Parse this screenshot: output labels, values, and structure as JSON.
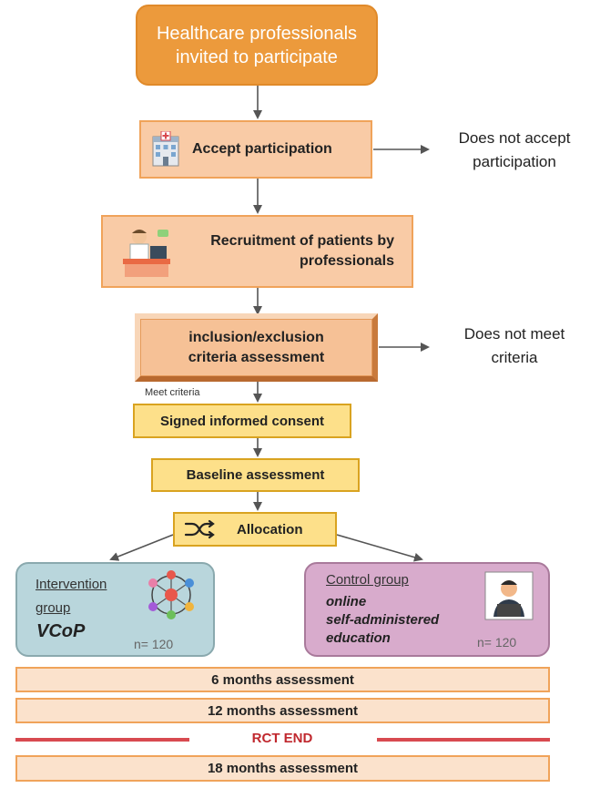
{
  "start": "Healthcare professionals invited to participate",
  "accept": "Accept participation",
  "no_accept": "Does not accept participation",
  "recruit": "Recruitment of patients by professionals",
  "criteria": "inclusion/exclusion criteria assessment",
  "no_criteria": "Does not meet criteria",
  "meet": "Meet criteria",
  "consent": "Signed informed consent",
  "baseline": "Baseline assessment",
  "allocation": "Allocation",
  "intervention": {
    "title_line1": "Intervention",
    "title_line2": "group",
    "name": "VCoP",
    "n": "n= 120"
  },
  "control": {
    "title": "Control group",
    "desc_line1": "online",
    "desc_line2": "self-administered",
    "desc_line3": "education",
    "n": "n= 120"
  },
  "m6": "6 months assessment",
  "m12": "12 months assessment",
  "rct_end": "RCT END",
  "m18": "18 months assessment",
  "icons": [
    "hospital-icon",
    "doctor-at-desk-icon",
    "shuffle-icon",
    "community-network-icon",
    "person-at-laptop-icon"
  ],
  "colors": {
    "orange": "#ec9a3c",
    "peach": "#f9cba6",
    "yellow": "#fde08a",
    "teal": "#b9d6dc",
    "mauve": "#d8abcc",
    "red": "#d84a50"
  }
}
